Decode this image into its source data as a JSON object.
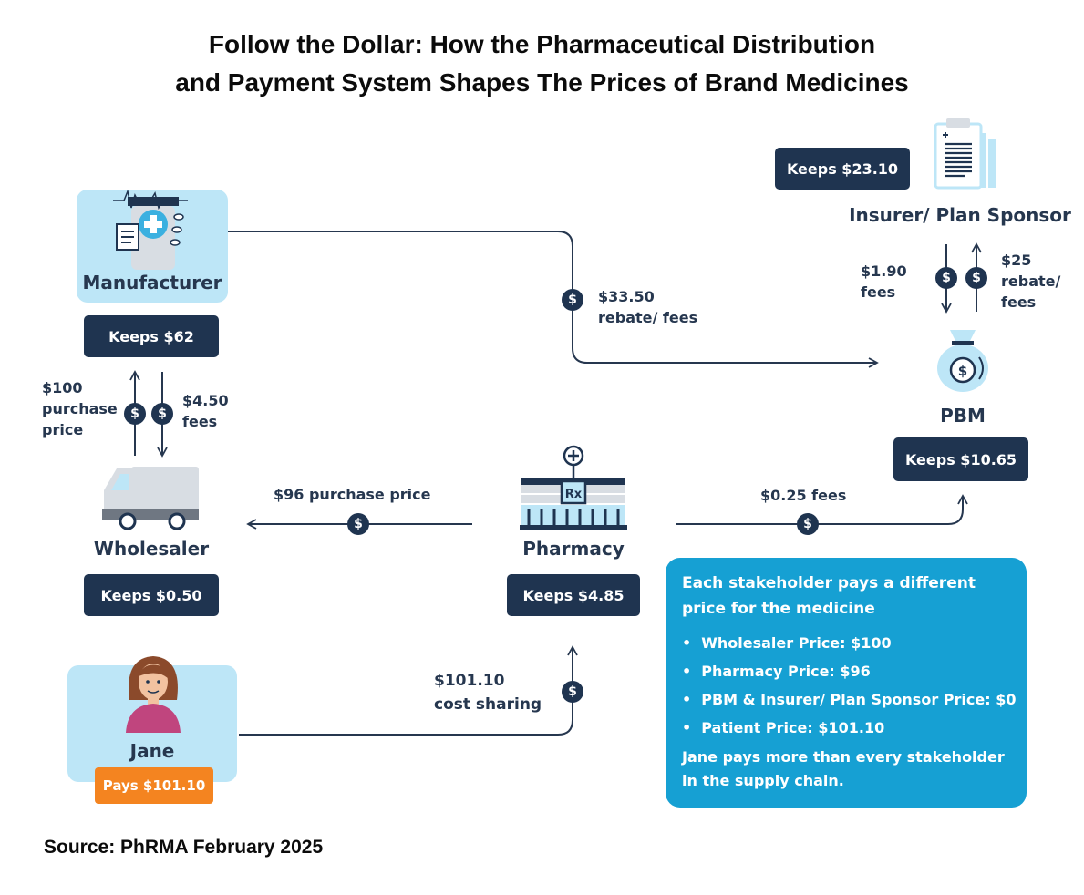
{
  "title": {
    "line1": "Follow the Dollar: How the Pharmaceutical Distribution",
    "line2": "and Payment System Shapes The Prices of Brand Medicines"
  },
  "nodes": {
    "manufacturer": {
      "name": "Manufacturer",
      "keeps": "Keeps $62"
    },
    "wholesaler": {
      "name": "Wholesaler",
      "keeps": "Keeps $0.50"
    },
    "pharmacy": {
      "name": "Pharmacy",
      "keeps": "Keeps $4.85"
    },
    "pbm": {
      "name": "PBM",
      "keeps": "Keeps $10.65"
    },
    "insurer": {
      "name": "Insurer/ Plan Sponsor",
      "keeps": "Keeps $23.10"
    },
    "patient": {
      "name": "Jane",
      "pays": "Pays $101.10"
    }
  },
  "flows": {
    "wholesaler_to_manufacturer": {
      "amount": "$100",
      "line2": "purchase",
      "line3": "price"
    },
    "manufacturer_to_wholesaler": {
      "amount": "$4.50",
      "line2": "fees"
    },
    "pharmacy_to_wholesaler": {
      "label": "$96 purchase price"
    },
    "manufacturer_to_pbm": {
      "amount": "$33.50",
      "line2": "rebate/ fees"
    },
    "pharmacy_to_pbm": {
      "label": "$0.25 fees"
    },
    "pbm_to_insurer": {
      "amount": "$25",
      "line2": "rebate/",
      "line3": "fees"
    },
    "insurer_to_pbm": {
      "amount": "$1.90",
      "line2": "fees"
    },
    "jane_to_pharmacy": {
      "amount": "$101.10",
      "line2": "cost sharing"
    }
  },
  "dollar_symbol": "$",
  "rx_symbol": "Rx",
  "info_box": {
    "heading": "Each stakeholder pays a different price for the medicine",
    "items": [
      "Wholesaler Price: $100",
      "Pharmacy Price: $96",
      "PBM & Insurer/ Plan Sponsor Price: $0",
      "Patient Price: $101.10"
    ],
    "footer": "Jane pays more than every stakeholder in the supply chain."
  },
  "source": "Source: PhRMA February 2025",
  "colors": {
    "navy": "#1f3450",
    "text": "#26374f",
    "light_blue": "#bde6f7",
    "info_blue": "#16a0d3",
    "orange": "#f48420"
  },
  "icons": [
    "medicine-bottle-icon",
    "truck-icon",
    "pharmacy-store-icon",
    "money-bag-icon",
    "clipboard-icon",
    "person-avatar-icon"
  ]
}
